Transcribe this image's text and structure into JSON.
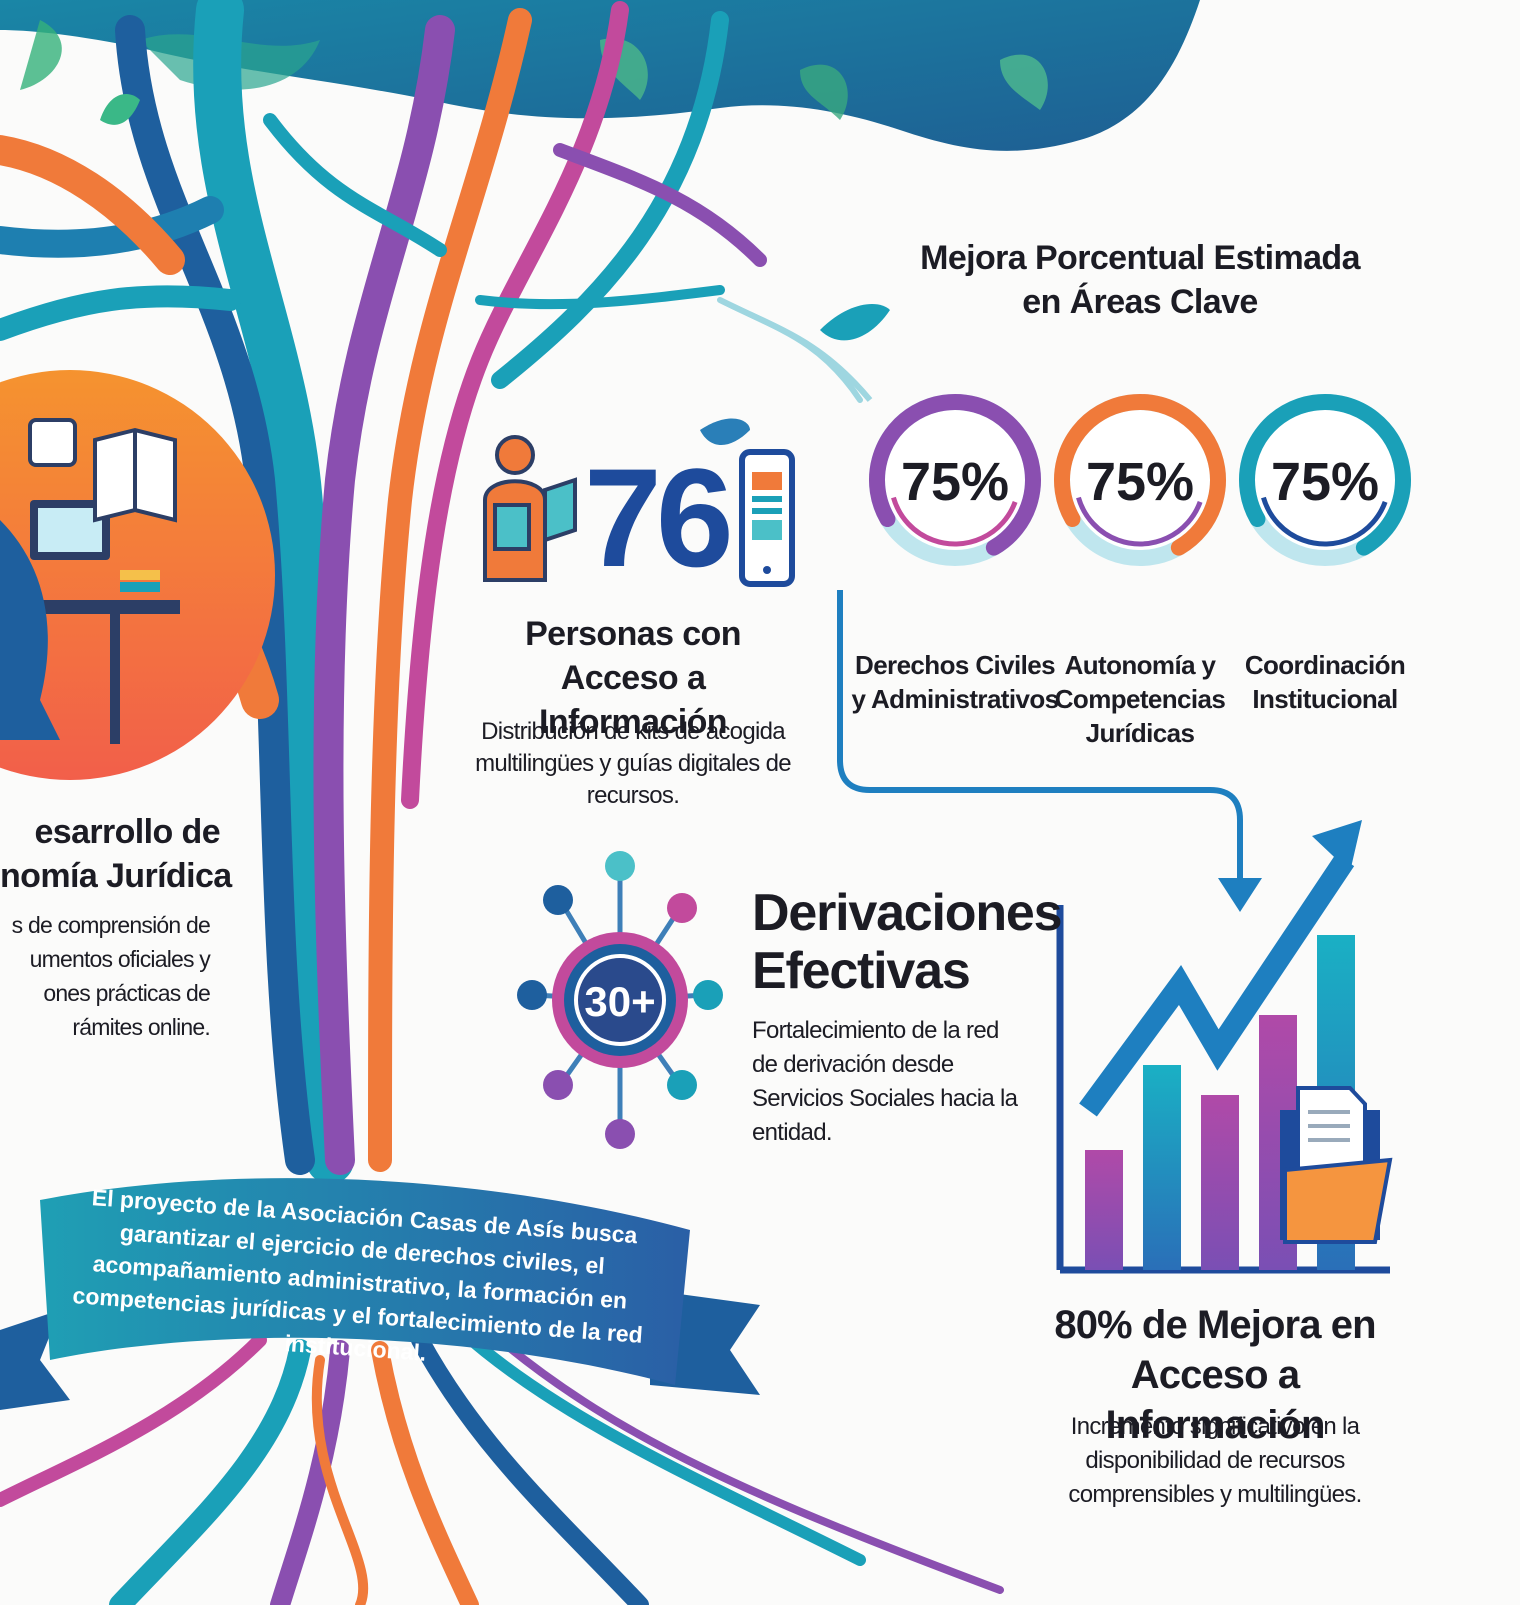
{
  "areas": {
    "title": "Mejora Porcentual Estimada en Áreas Clave",
    "items": [
      {
        "value": "75%",
        "percent": 75,
        "label": "Derechos Civiles y Administrativos"
      },
      {
        "value": "75%",
        "percent": 75,
        "label": "Autonomía y Competencias Jurídicas"
      },
      {
        "value": "75%",
        "percent": 75,
        "label": "Coordinación Institucional"
      }
    ]
  },
  "access_people": {
    "number": "76",
    "title": "Personas con Acceso a Información",
    "description": "Distribución de kits de acogida multilingües y guías digitales de recursos."
  },
  "referrals": {
    "badge": "30+",
    "title": "Derivaciones Efectivas",
    "description": "Fortalecimiento de la red de derivación desde Servicios Sociales hacia la entidad."
  },
  "legal_autonomy": {
    "title_lines": [
      "esarrollo de",
      "nomía Jurídica"
    ],
    "description_lines": [
      "s de comprensión de",
      "umentos oficiales y",
      "ones prácticas de",
      "rámites online."
    ]
  },
  "info_improvement": {
    "title": "80% de Mejora en Acceso a Información",
    "description": "Incremento significativo en la disponibilidad de recursos comprensibles y multilingües."
  },
  "banner": {
    "text": "El proyecto de la Asociación Casas de Asís busca garantizar el ejercicio de derechos civiles, el acompañamiento administrativo, la formación en competencias jurídicas y el fortalecimiento de la red institucional."
  },
  "colors": {
    "navy": "#1e4b9c",
    "teal": "#1aa0b8",
    "orange": "#f07a3a",
    "purple": "#8a4fb0",
    "magenta": "#c24a9c"
  }
}
